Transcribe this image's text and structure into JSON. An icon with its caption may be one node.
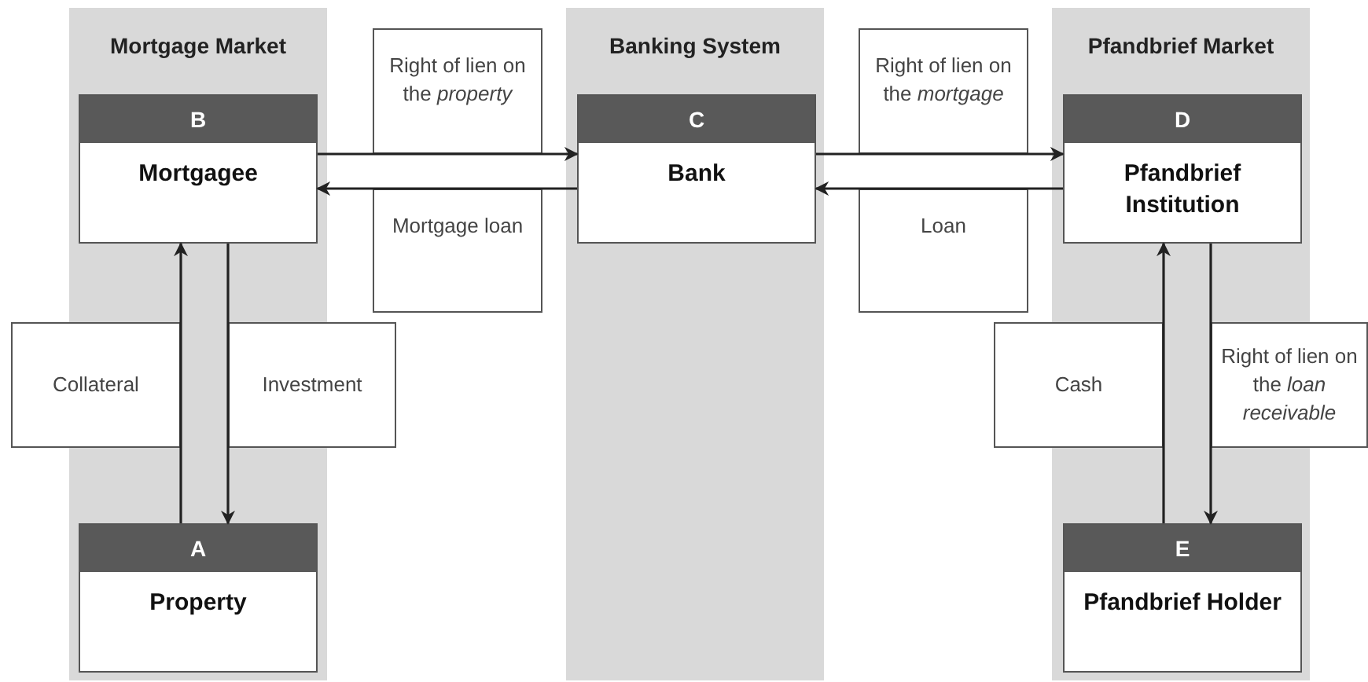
{
  "diagram": {
    "nodes": [
      {
        "text": [
          "Mortgage Market"
        ]
      },
      {
        "text": [
          "B",
          "Mortgagee"
        ],
        "in": 0
      },
      {
        "text": [
          "Banking System"
        ]
      },
      {
        "text": [
          "C",
          "Bank"
        ],
        "in": 2
      },
      {
        "text": [
          "Pfandbrief Market"
        ]
      },
      {
        "text": [
          "D",
          "Pfandbrief Institution"
        ],
        "in": 4
      },
      {
        "text": [
          "A",
          "Property"
        ],
        "in": 0
      },
      {
        "text": [
          "E",
          "Pfandbrief Holder"
        ],
        "in": 4
      }
    ],
    "edges": [
      {
        "from": 1,
        "to": 3,
        "arrow": "to",
        "label": "Right of lien on the *property*"
      },
      {
        "from": 3,
        "to": 1,
        "arrow": "to",
        "label": "Mortgage loan"
      },
      {
        "from": 3,
        "to": 5,
        "arrow": "to",
        "label": "Right of lien on the *mortgage*"
      },
      {
        "from": 5,
        "to": 3,
        "arrow": "to",
        "label": "Loan"
      },
      {
        "from": 6,
        "to": 1,
        "arrow": "to",
        "label": "Collateral"
      },
      {
        "from": 1,
        "to": 6,
        "arrow": "to",
        "label": "Investment"
      },
      {
        "from": 7,
        "to": 5,
        "arrow": "to",
        "label": "Cash"
      },
      {
        "from": 5,
        "to": 7,
        "arrow": "to",
        "label": "Right of lien on the *loan receivable*"
      }
    ]
  }
}
